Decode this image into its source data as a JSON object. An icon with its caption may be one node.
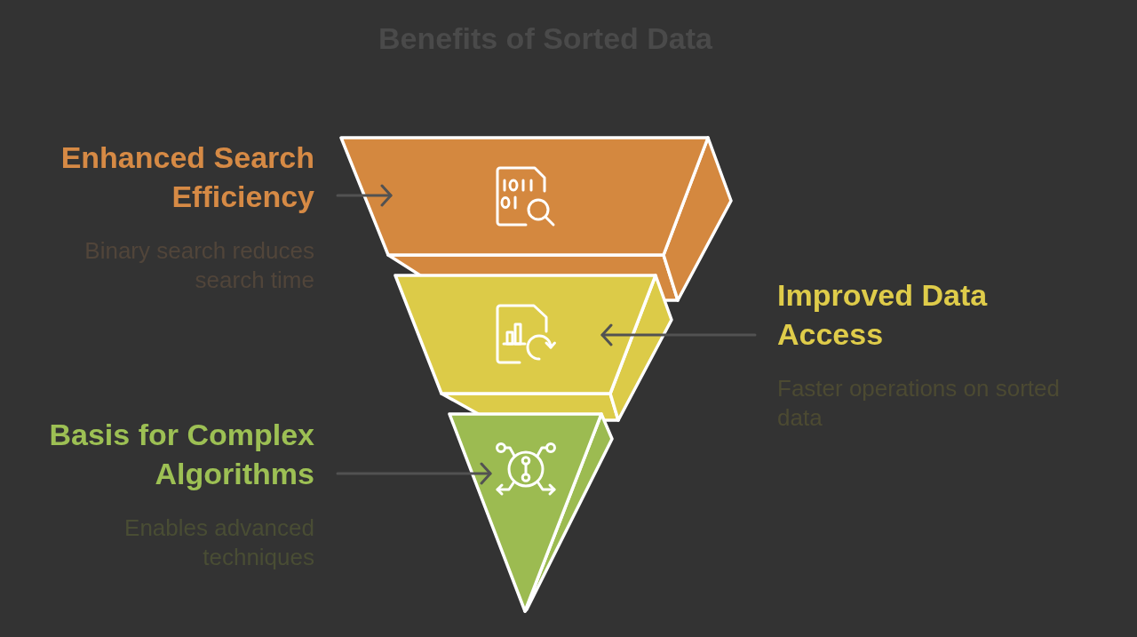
{
  "diagram": {
    "title": "Benefits of Sorted Data",
    "nodes": [
      {
        "text": [
          "Enhanced Search Efficiency",
          "Binary search reduces search time"
        ]
      },
      {
        "text": [],
        "shape": "trapezoid"
      },
      {
        "text": [],
        "shape": "trapezoid"
      },
      {
        "text": [
          "Improved Data Access",
          "Faster operations on sorted data"
        ]
      },
      {
        "text": [
          "Basis for Complex Algorithms",
          "Enables advanced techniques"
        ]
      },
      {
        "text": [],
        "shape": "triangle"
      }
    ],
    "edges": [
      {
        "from": 0,
        "to": 1,
        "arrow": "to"
      },
      {
        "from": 3,
        "to": 2,
        "arrow": "to"
      },
      {
        "from": 4,
        "to": 5,
        "arrow": "to"
      }
    ]
  }
}
